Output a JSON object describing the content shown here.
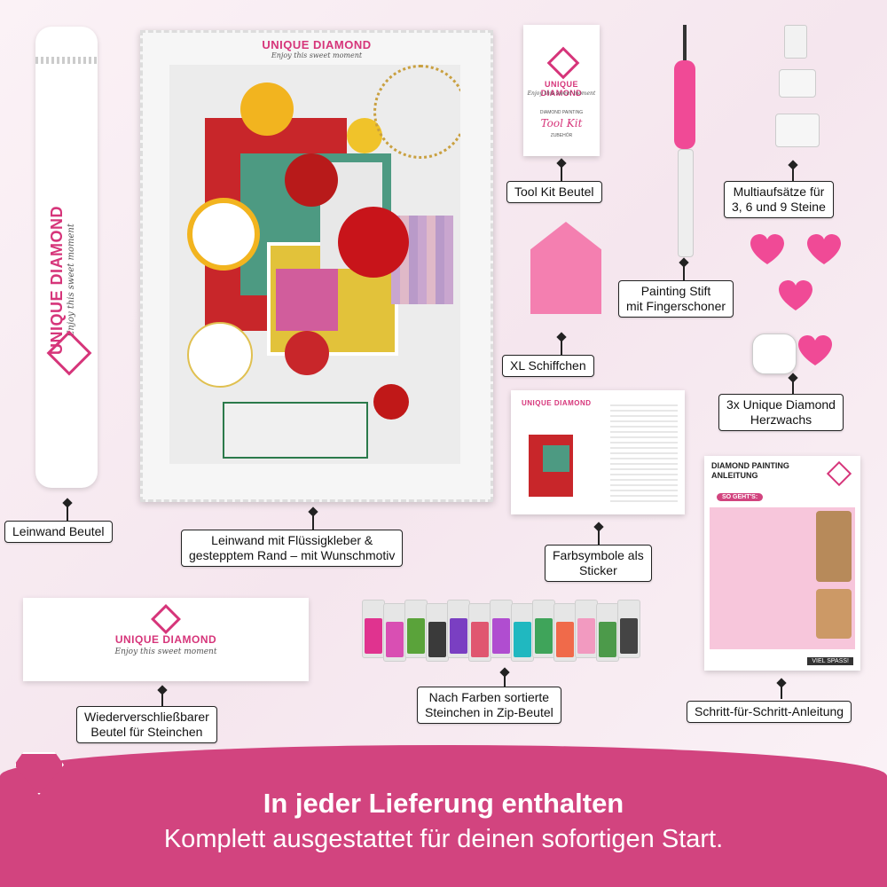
{
  "brand": {
    "name": "UNIQUE DIAMOND",
    "tagline": "Enjoy this sweet moment"
  },
  "tool_kit_card": {
    "line1": "DIAMOND PAINTING",
    "title": "Tool Kit",
    "line3": "ZUBEHÖR"
  },
  "guide_card": {
    "title": "DIAMOND PAINTING ANLEITUNG",
    "badge": "SO GEHT'S:",
    "footer": "VIEL SPASS!"
  },
  "labels": {
    "leinwand_beutel": "Leinwand Beutel",
    "leinwand": [
      "Leinwand mit Flüssigkleber &",
      "gestepptem Rand – mit Wunschmotiv"
    ],
    "tool_kit_beutel": "Tool Kit Beutel",
    "painting_stift": [
      "Painting Stift",
      "mit Fingerschoner"
    ],
    "multiaufsaetze": [
      "Multiaufsätze für",
      "3, 6 und 9 Steine"
    ],
    "xl_schiffchen": "XL Schiffchen",
    "herzwachs": [
      "3x Unique Diamond",
      "Herzwachs"
    ],
    "farbsymbole": [
      "Farbsymbole als",
      "Sticker"
    ],
    "wiederverschliessbarer": [
      "Wiederverschließbarer",
      "Beutel für Steinchen"
    ],
    "steinchen": [
      "Nach Farben sortierte",
      "Steinchen in Zip-Beutel"
    ],
    "anleitung": "Schritt-für-Schritt-Anleitung"
  },
  "footer": {
    "title": "In jeder Lieferung enthalten",
    "subtitle": "Komplett ausgestattet für deinen sofortigen Start."
  },
  "colors": {
    "accent": "#d2447f",
    "pink": "#f04a96"
  },
  "bag_colors": [
    "#e0338f",
    "#d94fb3",
    "#5aa33a",
    "#3a3a3a",
    "#7a3fc2",
    "#e05770",
    "#b04dd0",
    "#20b8c0",
    "#3fa45a",
    "#f06a4a",
    "#f29ac0",
    "#4c9a4a",
    "#444444"
  ]
}
